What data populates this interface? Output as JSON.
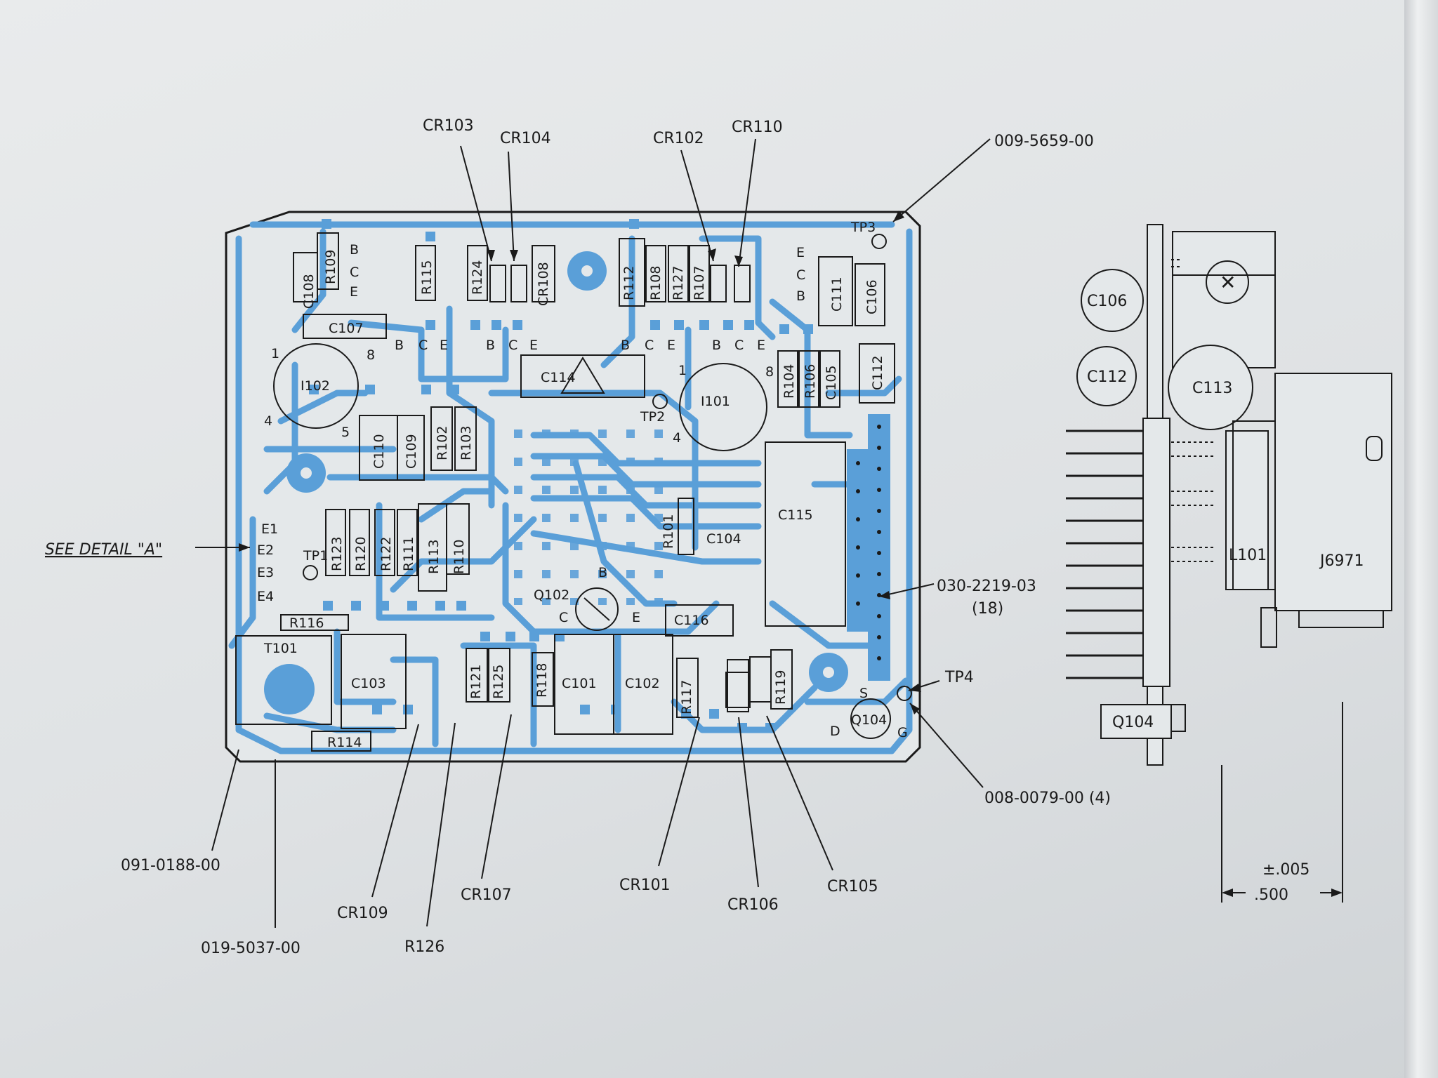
{
  "callouts": {
    "cr103": "CR103",
    "cr104": "CR104",
    "cr102": "CR102",
    "cr110": "CR110",
    "board_part": "009-5659-00",
    "see_detail": "SEE DETAIL \"A\"",
    "connector_part": "030-2219-03",
    "connector_qty": "(18)",
    "tp4": "TP4",
    "standoff_part": "008-0079-00 (4)",
    "part_091": "091-0188-00",
    "cr109": "CR109",
    "cr107": "CR107",
    "r126": "R126",
    "part_019": "019-5037-00",
    "cr101": "CR101",
    "cr106": "CR106",
    "cr105": "CR105"
  },
  "board_labels": {
    "r109": "R109",
    "c108": "C108",
    "b1": "B",
    "c1": "C",
    "e1": "E",
    "c107": "C107",
    "pin1": "1",
    "pin8": "8",
    "i102": "I102",
    "pin4": "4",
    "pin5": "5",
    "r115": "R115",
    "r124": "R124",
    "cr108": "CR108",
    "b2": "B",
    "c2": "C",
    "e2": "E",
    "b3": "B",
    "c3": "C",
    "e3": "E",
    "r112": "R112",
    "r108": "R108",
    "r127": "R127",
    "r107": "R107",
    "b4": "B",
    "c4": "C",
    "e4": "E",
    "b5": "B",
    "c5": "C",
    "e5": "E",
    "e6": "E",
    "c6": "C",
    "b6": "B",
    "c111": "C111",
    "c106": "C106",
    "tp3": "TP3",
    "c114": "C114",
    "tp2": "TP2",
    "i101": "I101",
    "i101_pin1": "1",
    "i101_pin8": "8",
    "i101_pin4": "4",
    "r104": "R104",
    "r106": "R106",
    "c105": "C105",
    "c112": "C112",
    "c110": "C110",
    "c109": "C109",
    "r102": "R102",
    "r103": "R103",
    "e1_pad": "E1",
    "e2_pad": "E2",
    "e3_pad": "E3",
    "e4_pad": "E4",
    "tp1": "TP1",
    "r123": "R123",
    "r120": "R120",
    "r122": "R122",
    "r111": "R111",
    "r113": "R113",
    "r110": "R110",
    "r101": "R101",
    "c104": "C104",
    "c115": "C115",
    "q102": "Q102",
    "q102_b": "B",
    "q102_c": "C",
    "q102_e": "E",
    "c116": "C116",
    "r116": "R116",
    "t101": "T101",
    "c103": "C103",
    "r121": "R121",
    "r125": "R125",
    "r118": "R118",
    "c101": "C101",
    "c102": "C102",
    "r117": "R117",
    "r119": "R119",
    "r114": "R114",
    "q104": "Q104",
    "q104_s": "S",
    "q104_d": "D",
    "q104_g": "G"
  },
  "side_view": {
    "c106": "C106",
    "c112": "C112",
    "c113": "C113",
    "l101": "L101",
    "j6971": "J6971",
    "q104": "Q104",
    "tol": "±.005",
    "dim": ".500"
  },
  "colors": {
    "board": "#5a9fd8",
    "ink": "#1a1a1a",
    "paper": "#e6e8e9"
  }
}
